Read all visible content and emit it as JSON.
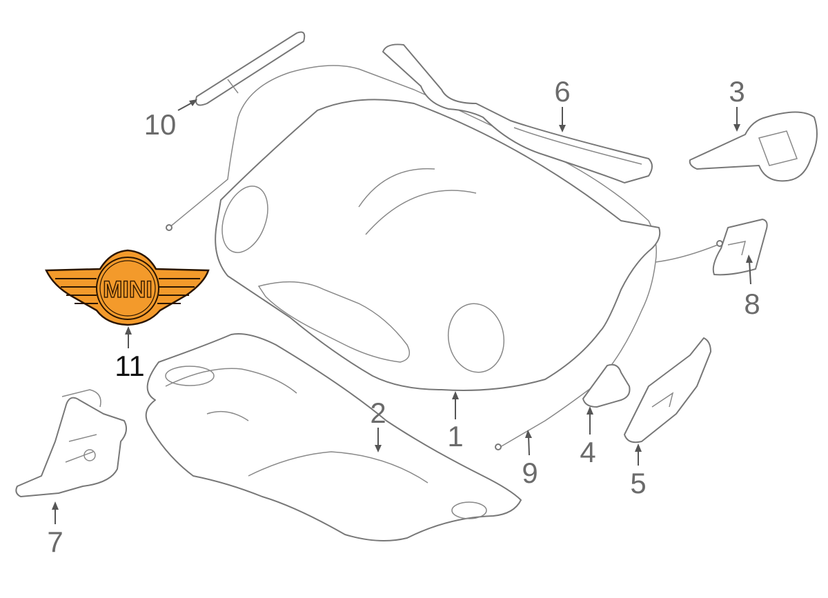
{
  "diagram": {
    "callouts": [
      {
        "id": "1",
        "label": "1"
      },
      {
        "id": "2",
        "label": "2"
      },
      {
        "id": "3",
        "label": "3"
      },
      {
        "id": "4",
        "label": "4"
      },
      {
        "id": "5",
        "label": "5"
      },
      {
        "id": "6",
        "label": "6"
      },
      {
        "id": "7",
        "label": "7"
      },
      {
        "id": "8",
        "label": "8"
      },
      {
        "id": "9",
        "label": "9"
      },
      {
        "id": "10",
        "label": "10"
      },
      {
        "id": "11",
        "label": "11"
      }
    ],
    "logo": {
      "text": "MINI",
      "fill_color": "#f39a2b",
      "outline_color": "#3a1e00"
    },
    "highlight_color": "#f39a2b"
  }
}
